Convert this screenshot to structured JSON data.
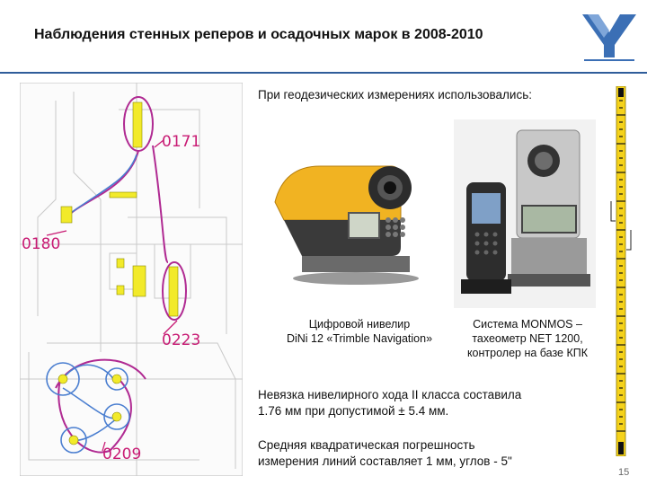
{
  "header": {
    "title": "Наблюдения стенных реперов и осадочных марок в 2008-2010"
  },
  "plan": {
    "labels": [
      "0171",
      "0180",
      "0223",
      "0209"
    ]
  },
  "equipment": {
    "heading": "При геодезических измерениях использовались:",
    "level_caption_1": "Цифровой нивелир",
    "level_caption_2": "DiNi 12 «Trimble Navigation»",
    "total_caption_1": "Система MONMOS –",
    "total_caption_2": "тахеометр NET 1200,",
    "total_caption_3": "контролер на базе КПК"
  },
  "results": {
    "para1_line1": "Невязка нивелирного хода II  класса составила",
    "para1_line2": "1.76 мм при допустимой ±  5.4 мм.",
    "para2_line1": "Средняя квадратическая погрешность",
    "para2_line2": "измерения линий составляет 1 мм, углов - 5\""
  },
  "footer": {
    "page_number": "15"
  },
  "colors": {
    "accent": "#2f5d9a",
    "route_magenta": "#b02a92",
    "route_blue": "#4a7ed0",
    "marker_yellow": "#f2ea2a",
    "level_body": "#f1b322"
  }
}
